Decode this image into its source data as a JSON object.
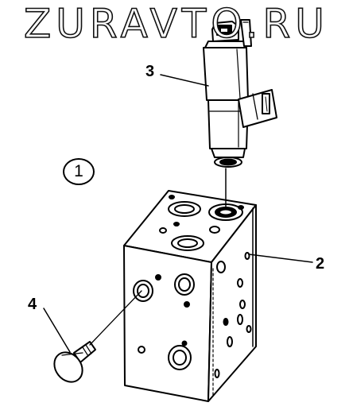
{
  "watermark": {
    "text": "ZURAVTO.RU"
  },
  "callouts": {
    "group": "1",
    "block": "2",
    "solenoid_valve": "3",
    "plug": "4"
  }
}
